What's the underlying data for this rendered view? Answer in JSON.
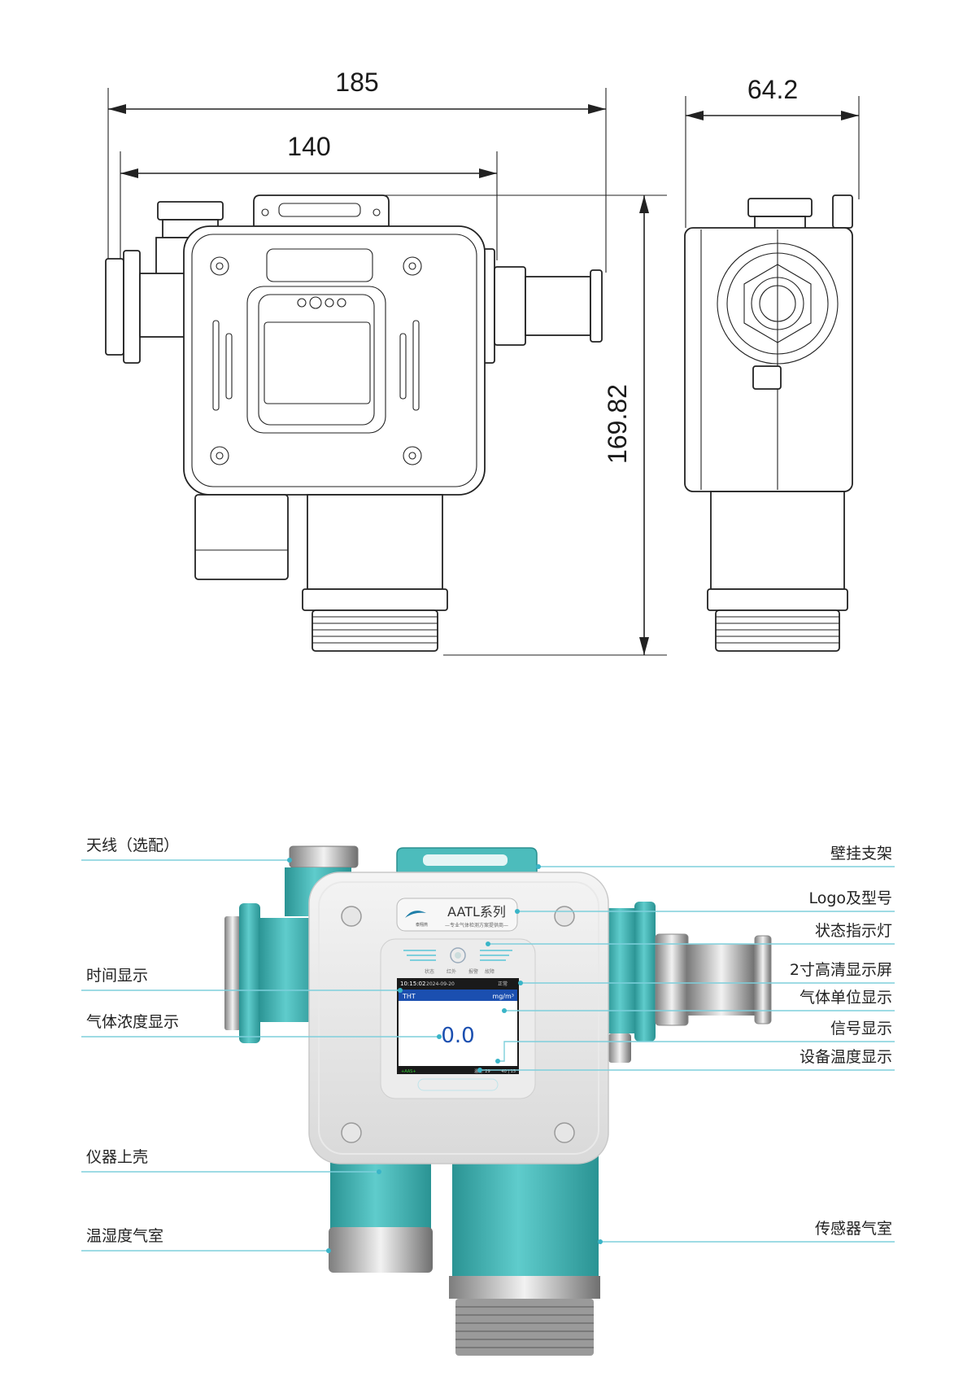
{
  "dimensions": {
    "overall_width": "185",
    "body_width": "140",
    "side_depth": "64.2",
    "height": "169.82"
  },
  "device": {
    "series_name": "AATL系列",
    "series_tagline": "—专业气体检测方案提供商—",
    "brand_small": "泰翔燕",
    "indicator_labels": [
      "状态",
      "红外",
      "报警",
      "故障"
    ],
    "screen": {
      "time": "10:15:02",
      "date": "2024-09-20",
      "status": "正常",
      "gas_name": "THT",
      "unit": "mg/m³",
      "value": "0.0",
      "bottom_left": "+AAS+",
      "bottom_mid": "温度: 29",
      "bottom_right": "40  | 15"
    }
  },
  "callouts_left": [
    "天线（选配）",
    "时间显示",
    "气体浓度显示",
    "仪器上壳",
    "温湿度气室"
  ],
  "callouts_right": [
    "壁挂支架",
    "Logo及型号",
    "状态指示灯",
    "2寸高清显示屏",
    "气体单位显示",
    "信号显示",
    "设备温度显示",
    "传感器气室"
  ],
  "colors": {
    "teal": "#3fb8b8",
    "teal_dark": "#2a9393",
    "leader": "#7ecfdc",
    "screen_blue": "#1b4fb0"
  }
}
